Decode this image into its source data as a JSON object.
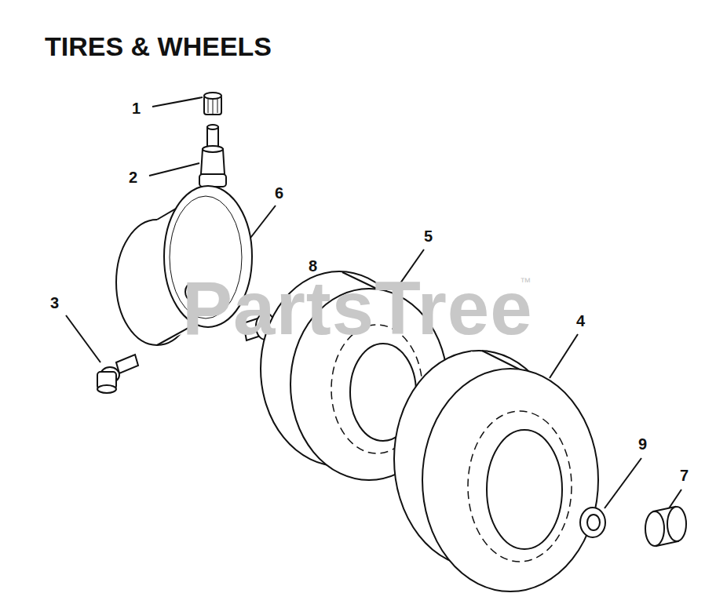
{
  "diagram": {
    "title": "TIRES & WHEELS",
    "labels": [
      "1",
      "2",
      "6",
      "8",
      "5",
      "3",
      "4",
      "9",
      "7",
      "PartsTree",
      "™"
    ]
  }
}
